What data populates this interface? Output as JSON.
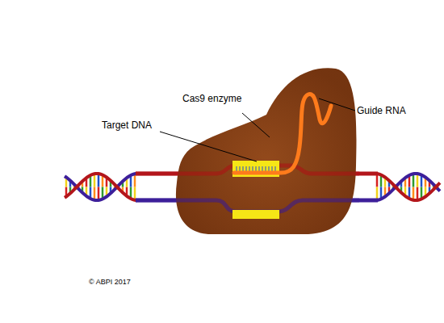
{
  "diagram": {
    "labels": [
      "Cas9 enzyme",
      "Guide RNA",
      "Target DNA",
      "© ABPI 2017"
    ]
  }
}
